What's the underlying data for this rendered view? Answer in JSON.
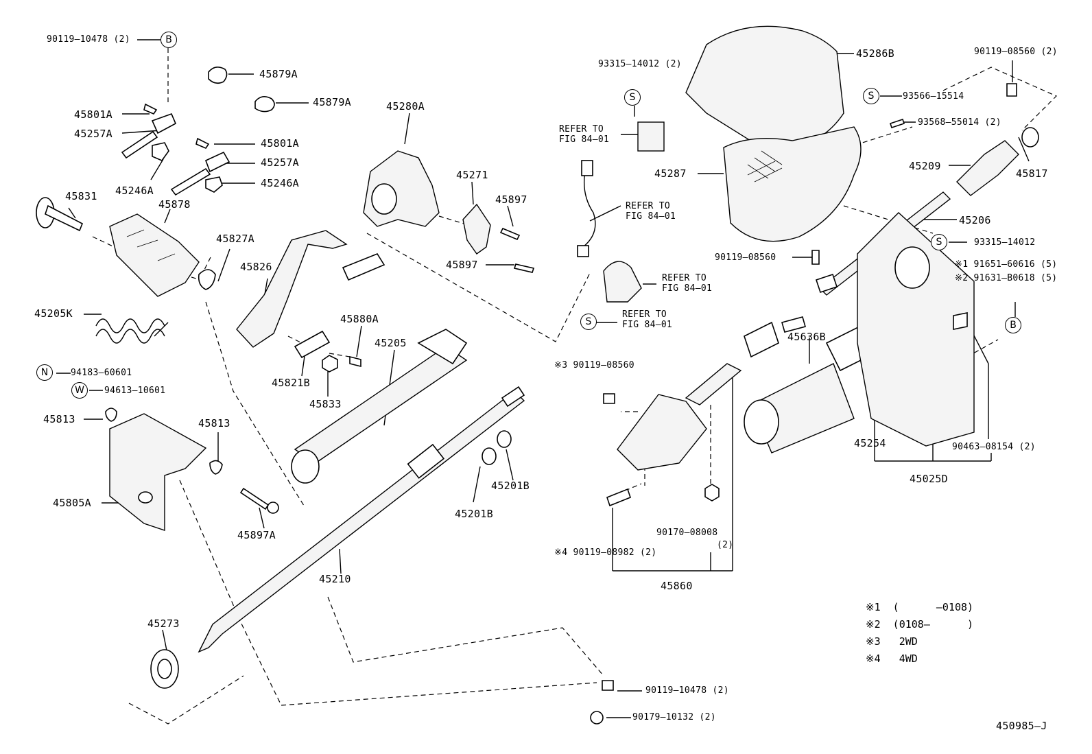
{
  "diagram": {
    "figure_code": "450985–J",
    "labels": {
      "p90119_10478_top": "90119–10478 (2)",
      "p45879A_1": "45879A",
      "p45879A_2": "45879A",
      "p45801A_1": "45801A",
      "p45257A_1": "45257A",
      "p45801A_2": "45801A",
      "p45257A_2": "45257A",
      "p45246A_1": "45246A",
      "p45246A_2": "45246A",
      "p45831": "45831",
      "p45878": "45878",
      "p45827A": "45827A",
      "p45826": "45826",
      "p45205K": "45205K",
      "p94183": "94183–60601",
      "p94613": "94613–10601",
      "p45813_1": "45813",
      "p45813_2": "45813",
      "p45805A": "45805A",
      "p45897A": "45897A",
      "p45280A": "45280A",
      "p45271": "45271",
      "p45897_1": "45897",
      "p45897_2": "45897",
      "p45880A": "45880A",
      "p45205": "45205",
      "p45821B": "45821B",
      "p45833": "45833",
      "p45201B_1": "45201B",
      "p45201B_2": "45201B",
      "p45210": "45210",
      "p45273": "45273",
      "p90119_10478_bot": "90119–10478 (2)",
      "p90179": "90179–10132 (2)",
      "p93315_top": "93315–14012 (2)",
      "refer1a": "REFER TO",
      "refer1b": "FIG 84–01",
      "refer2a": "REFER TO",
      "refer2b": "FIG 84–01",
      "refer3a": "REFER TO",
      "refer3b": "FIG 84–01",
      "refer4a": "REFER TO",
      "refer4b": "FIG 84–01",
      "p45286B": "45286B",
      "p93566": "93566–15514",
      "p93568": "93568–55014 (2)",
      "p90119_08560_tr": "90119–08560 (2)",
      "p45287": "45287",
      "p45209": "45209",
      "p45817": "45817",
      "p45206": "45206",
      "p93315_right": "93315–14012",
      "p90119_08560_mid": "90119–08560",
      "p91651": "※1 91651–60616 (5)",
      "p91631": "※2 91631–B0618 (5)",
      "p90119_08560_n3": "※3 90119–08560",
      "p45636B": "45636B",
      "p45254": "45254",
      "p90463": "90463–08154 (2)",
      "p45025D": "45025D",
      "p90170": "90170–08008",
      "p90170_qty": "(2)",
      "p90119_08982": "※4 90119–08982 (2)",
      "p45860": "45860"
    },
    "symbols": {
      "B_top": "B",
      "B_right": "B",
      "N": "N",
      "W": "W",
      "S1": "S",
      "S2": "S",
      "S3": "S",
      "S4": "S"
    },
    "notes": [
      {
        "mark": "※1",
        "text": "(      –0108)"
      },
      {
        "mark": "※2",
        "text": "(0108–      )"
      },
      {
        "mark": "※3",
        "text": "2WD"
      },
      {
        "mark": "※4",
        "text": "4WD"
      }
    ]
  }
}
